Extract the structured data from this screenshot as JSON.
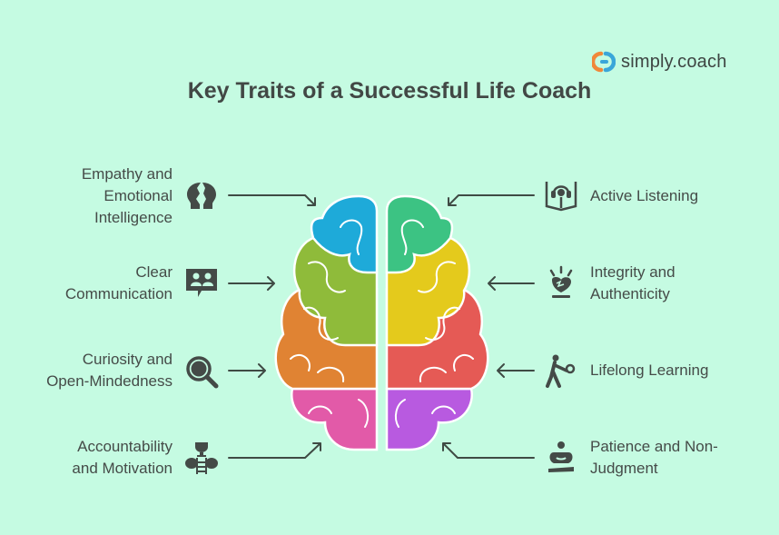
{
  "logo": {
    "text": "simply.coach",
    "icon": "simply-coach-logo-icon",
    "colors": {
      "orange": "#f0883a",
      "blue": "#3aa6d9"
    }
  },
  "title": "Key Traits of a Successful Life Coach",
  "colors": {
    "background": "#c5fbe2",
    "text": "#444a47",
    "arrows": "#3f4a44",
    "brain": {
      "left_top": "#1eaad9",
      "left_upper": "#8fbb3a",
      "left_middle": "#e08333",
      "left_bottom": "#e25aa8",
      "right_top": "#3cc383",
      "right_upper": "#e4ca1c",
      "right_middle": "#e55a55",
      "right_bottom": "#b85ae0"
    }
  },
  "traits": {
    "left": [
      {
        "lines": [
          "Empathy and",
          "Emotional",
          "Intelligence"
        ],
        "icon": "two-heads-empathy-icon"
      },
      {
        "lines": [
          "Clear",
          "Communication"
        ],
        "icon": "chat-people-icon"
      },
      {
        "lines": [
          "Curiosity and",
          "Open-Mindedness"
        ],
        "icon": "magnifying-glass-icon"
      },
      {
        "lines": [
          "Accountability",
          "and Motivation"
        ],
        "icon": "trophy-ladder-icon"
      }
    ],
    "right": [
      {
        "lines": [
          "Active Listening"
        ],
        "icon": "headphones-book-icon"
      },
      {
        "lines": [
          "Integrity and",
          "Authenticity"
        ],
        "icon": "glowing-heart-icon"
      },
      {
        "lines": [
          "Lifelong Learning"
        ],
        "icon": "runner-icon"
      },
      {
        "lines": [
          "Patience and Non-",
          "Judgment"
        ],
        "icon": "meditation-icon"
      }
    ]
  }
}
